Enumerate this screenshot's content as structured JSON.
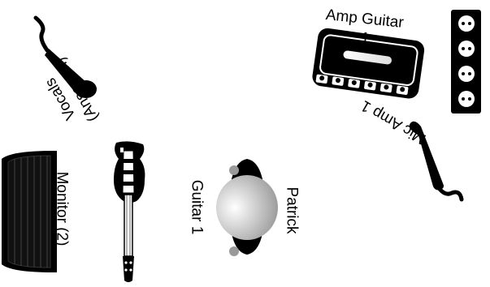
{
  "labels": {
    "amp_guitar": "Amp Guitar",
    "amp_number": "1",
    "mic_amp": "Mic Amp 1",
    "vocals": "Vocals",
    "vocals_sub": "(Ansagen)",
    "monitor": "Monitor (2)",
    "guitar": "Guitar 1",
    "patrick": "Patrick"
  },
  "icons": {
    "power": "power-outlet-icon",
    "amp": "amplifier-icon",
    "mic_amp": "microphone-icon",
    "mic_vocals": "microphone-icon",
    "monitor": "monitor-speaker-icon",
    "guitar": "electric-guitar-icon",
    "person": "person-top-view-icon"
  },
  "colors": {
    "ink": "#000000",
    "person_gray": "#9a9a9a"
  }
}
